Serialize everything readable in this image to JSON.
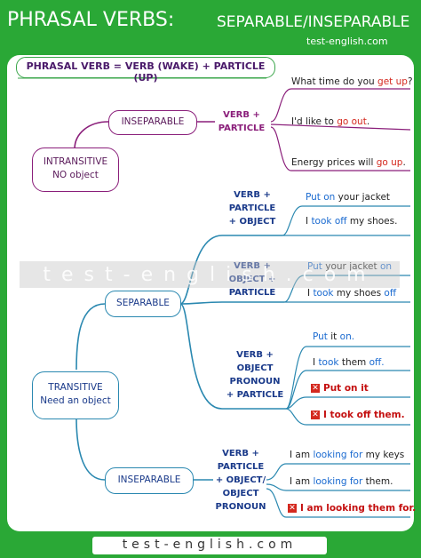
{
  "header": {
    "title": "PHRASAL VERBS:",
    "subtitle": "SEPARABLE/INSEPARABLE",
    "brand": "test-english.com"
  },
  "formula": "PHRASAL VERB = VERB (WAKE) + PARTICLE (UP)",
  "watermark": "test-english.com",
  "footer_brand": "test-english.com",
  "colors": {
    "green": "#2aa836",
    "purple": "#8a1e7a",
    "blue": "#2a88b0",
    "red": "#d4281e"
  },
  "intransitive": {
    "title": "INTRANSITIVE",
    "subtitle": "NO object",
    "branch": "INSEPARABLE",
    "rule_1": "VERB +",
    "rule_2": "PARTICLE",
    "examples": [
      {
        "pre": "What time do you ",
        "pv": "get up",
        "post": "?"
      },
      {
        "pre": "I'd like to ",
        "pv": "go out",
        "post": "."
      },
      {
        "pre": "Energy prices will ",
        "pv": "go up",
        "post": "."
      }
    ]
  },
  "transitive": {
    "title": "TRANSITIVE",
    "subtitle": "Need an object",
    "separable": {
      "label": "SEPARABLE",
      "group1": {
        "rule": [
          "VERB +",
          "PARTICLE",
          "+ OBJECT"
        ],
        "ex1": {
          "a": "Put on",
          "b": " your jacket"
        },
        "ex2": {
          "a": "I ",
          "b": "took off",
          "c": " my shoes."
        }
      },
      "group2": {
        "rule": [
          "VERB +",
          "OBJECT +",
          "PARTICLE"
        ],
        "ex1": {
          "a": "Put",
          "b": " your jacket ",
          "c": "on"
        },
        "ex2": {
          "a": "I ",
          "b": "took",
          "c": " my shoes ",
          "d": "off"
        }
      },
      "group3": {
        "rule": [
          "VERB +",
          "OBJECT",
          "PRONOUN",
          "+ PARTICLE"
        ],
        "ex1": {
          "a": "Put",
          "b": " it ",
          "c": "on."
        },
        "ex2": {
          "a": "I ",
          "b": "took",
          "c": " them ",
          "d": "off."
        },
        "wrong1": "Put on it",
        "wrong2": "I took off them."
      }
    },
    "inseparable": {
      "label": "INSEPARABLE",
      "rule": [
        "VERB +",
        "PARTICLE",
        "+ OBJECT/",
        "OBJECT",
        "PRONOUN"
      ],
      "ex1": {
        "a": "I am ",
        "b": "looking for",
        "c": " my keys"
      },
      "ex2": {
        "a": "I am ",
        "b": "looking for",
        "c": " them."
      },
      "wrong": "I am looking them for."
    }
  }
}
